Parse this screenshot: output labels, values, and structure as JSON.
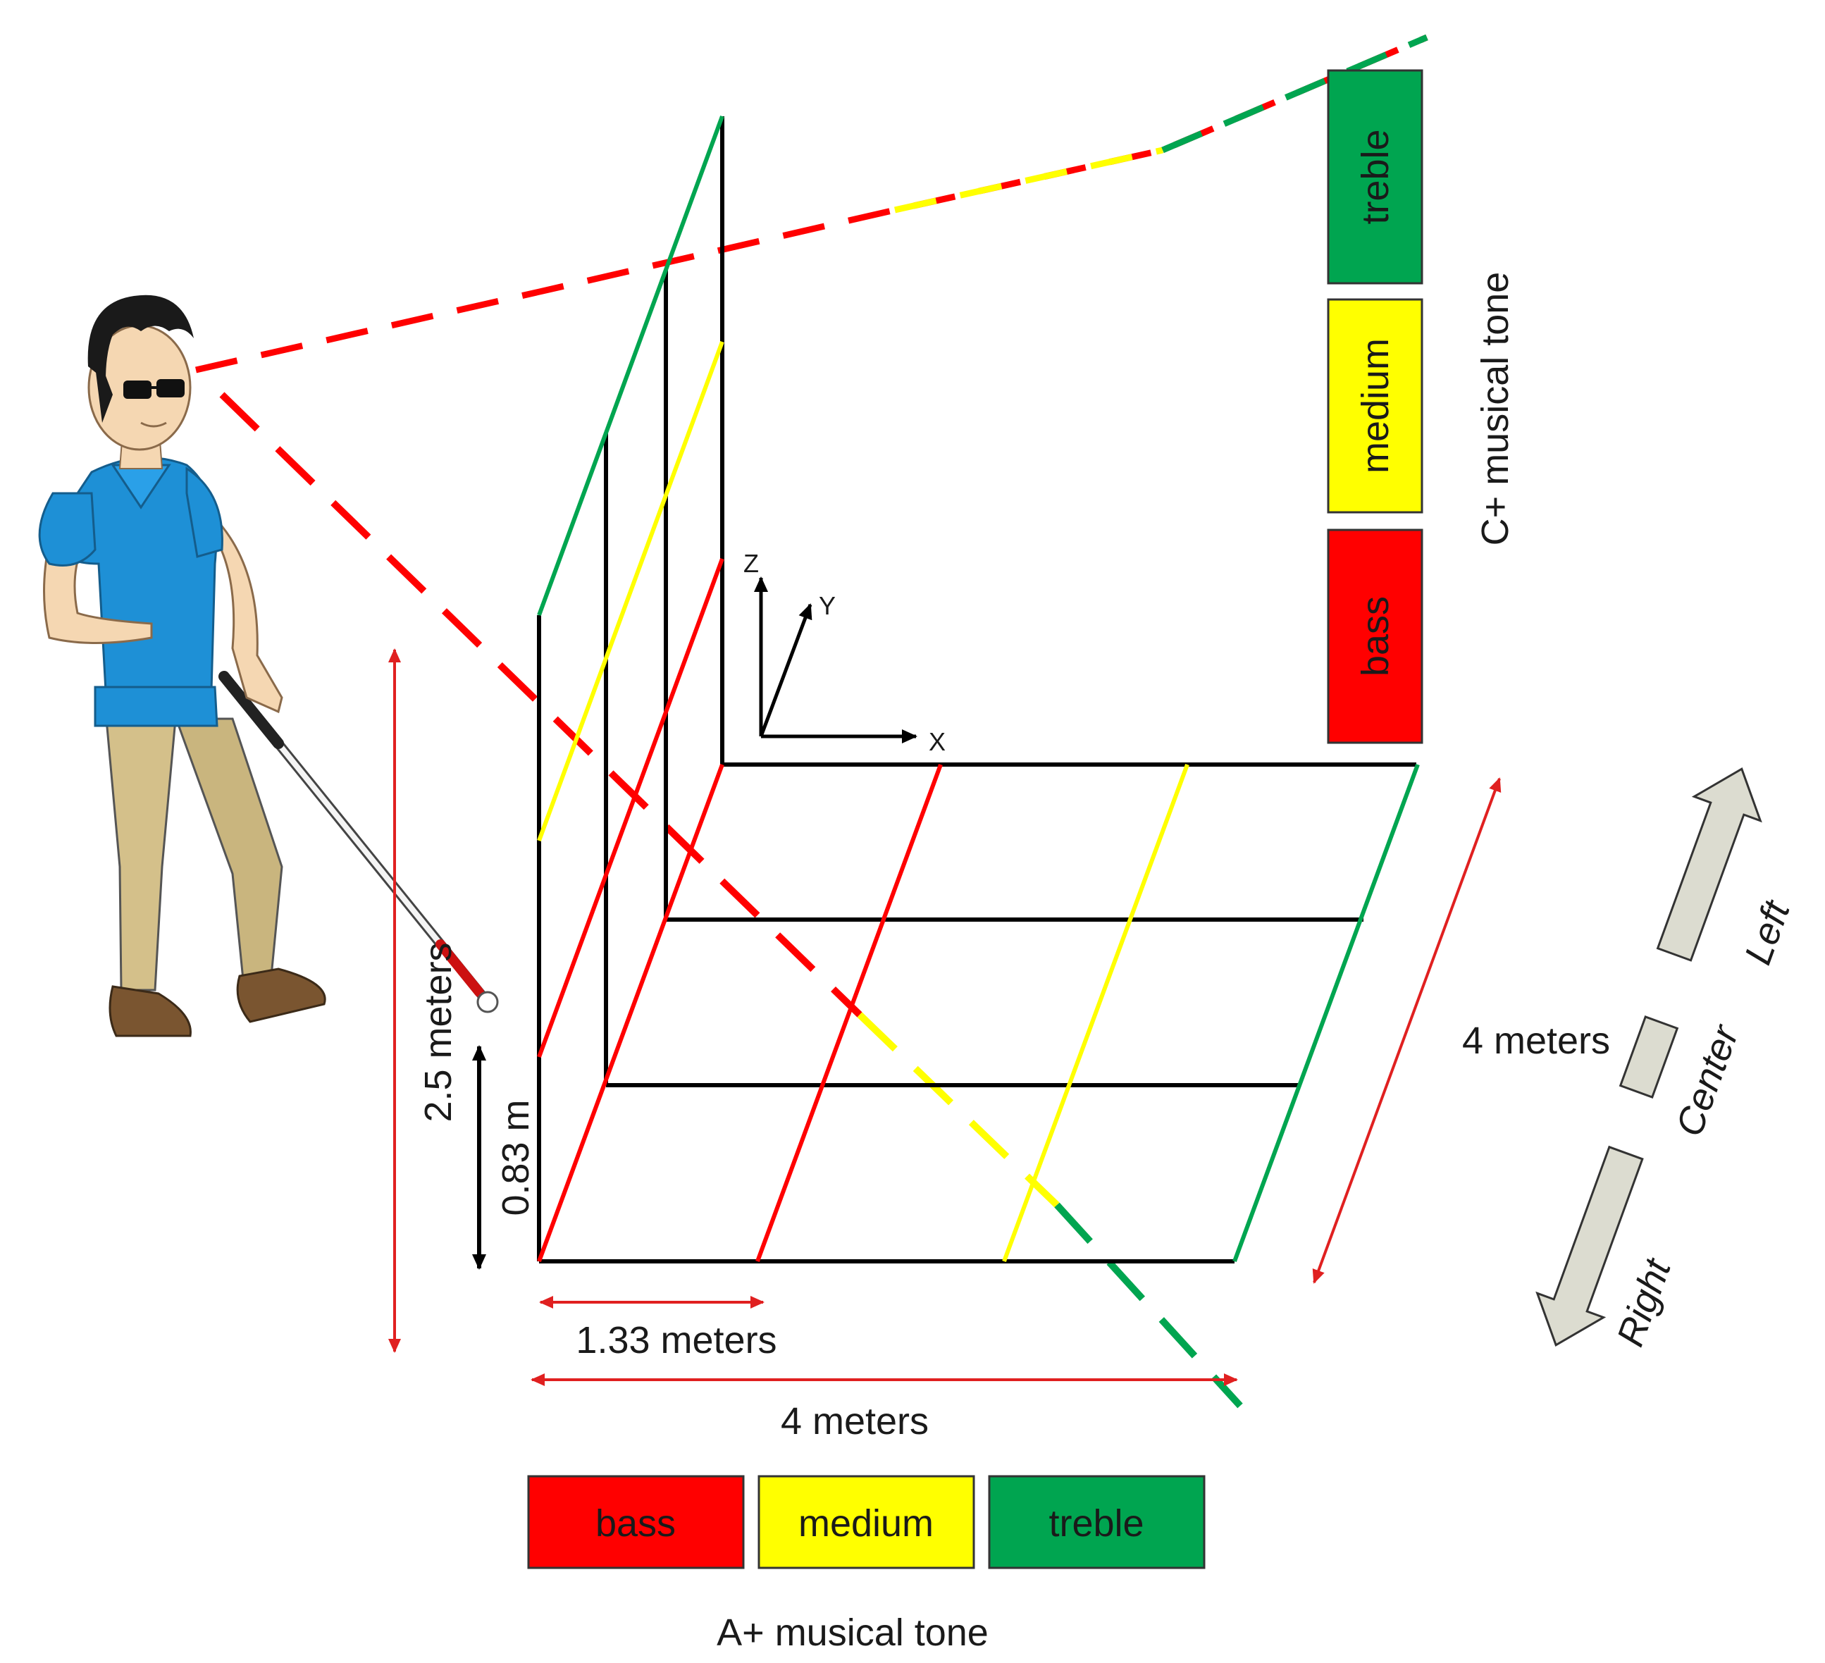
{
  "colors": {
    "bass": "#ff0000",
    "medium": "#ffff00",
    "treble": "#00a550",
    "grid_black": "#000000",
    "dimension": "#e02020",
    "direction_arrow_fill": "#dcdcd0"
  },
  "vertical_scale": {
    "labels": [
      "treble",
      "medium",
      "bass"
    ],
    "caption": "C+ musical tone"
  },
  "horizontal_scale": {
    "labels": [
      "bass",
      "medium",
      "treble"
    ],
    "caption": "A+ musical tone"
  },
  "axes": {
    "x": "X",
    "y": "Y",
    "z": "Z"
  },
  "dimensions": {
    "total_height": "2.5 meters",
    "cell_height": "0.83 m",
    "cell_width": "1.33 meters",
    "width": "4 meters",
    "depth": "4 meters"
  },
  "directions": {
    "left": "Left",
    "center": "Center",
    "right": "Right"
  },
  "icons": {
    "person": "blind-person-with-cane-icon",
    "direction_arrows": "direction-arrow-icon"
  }
}
